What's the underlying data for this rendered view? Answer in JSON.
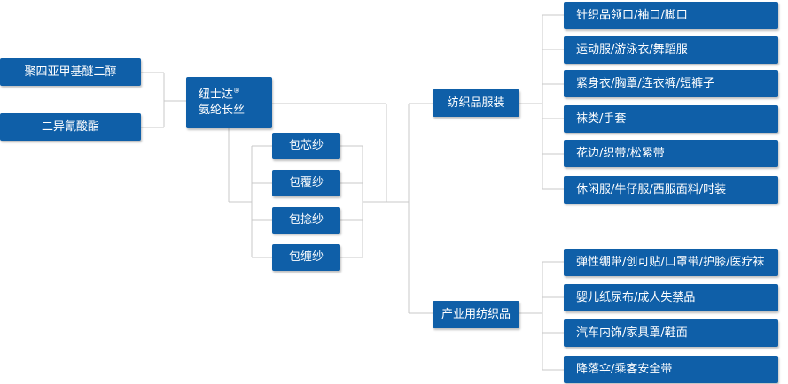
{
  "materials": [
    "聚四亚甲基醚二醇",
    "二异氰酸酯"
  ],
  "main": {
    "line1": "纽士达",
    "reg": "®",
    "line2": "氨纶长丝"
  },
  "yarns": [
    "包芯纱",
    "包覆纱",
    "包捻纱",
    "包缠纱"
  ],
  "categories": {
    "apparel": {
      "label": "纺织品服装",
      "items": [
        "针织品领口/袖口/脚口",
        "运动服/游泳衣/舞蹈服",
        "紧身衣/胸罩/连衣裤/短裤子",
        "袜类/手套",
        "花边/织带/松紧带",
        "休闲服/牛仔服/西服面料/时装"
      ]
    },
    "industrial": {
      "label": "产业用纺织品",
      "items": [
        "弹性绷带/创可贴/口罩带/护膝/医疗袜",
        "婴儿纸尿布/成人失禁品",
        "汽车内饰/家具罩/鞋面",
        "降落伞/乘客安全带"
      ]
    }
  }
}
